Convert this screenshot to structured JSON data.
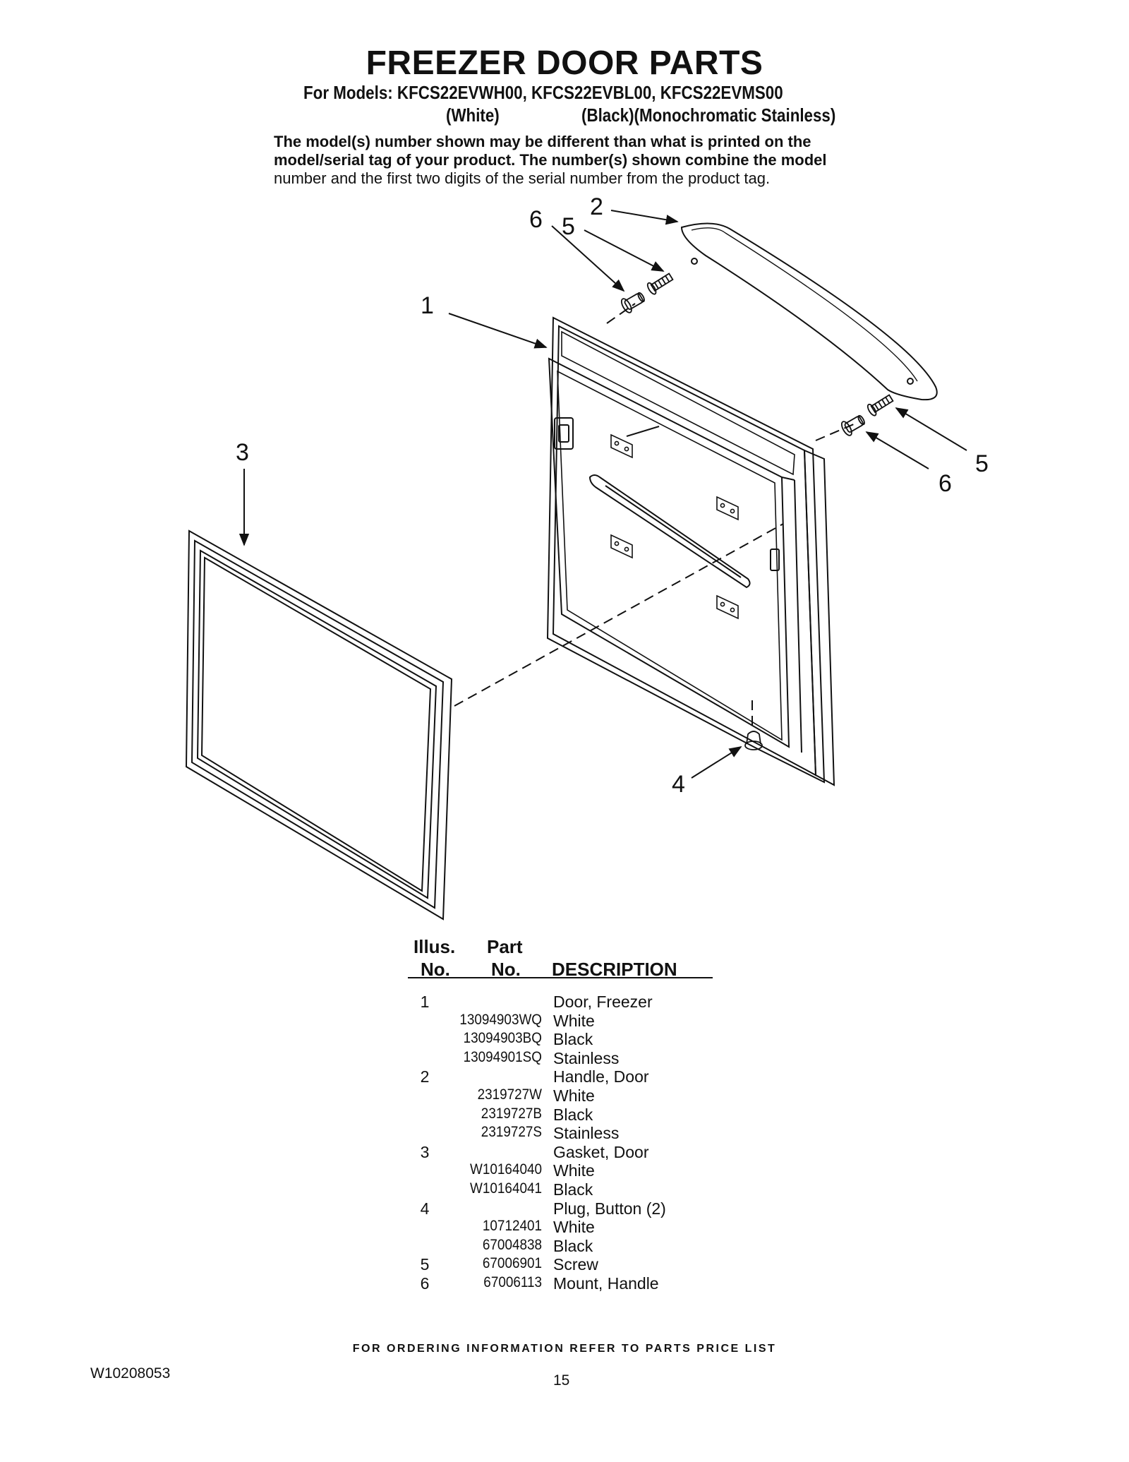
{
  "title": "FREEZER DOOR PARTS",
  "models_line": "For Models: KFCS22EVWH00, KFCS22EVBL00, KFCS22EVMS00",
  "colors": {
    "white": "(White)",
    "black_stainless": "(Black)(Monochromatic Stainless)"
  },
  "notice": {
    "line1": "The model(s) number shown may be different than what is printed on the",
    "line2": "model/serial tag of your product. The number(s) shown combine the model",
    "line3": "number and the first two digits of the serial number from the product tag."
  },
  "callouts": [
    "1",
    "2",
    "3",
    "4",
    "5",
    "5",
    "6",
    "6"
  ],
  "table": {
    "headers": {
      "illus_top": "Illus.",
      "illus_bottom": "No.",
      "part_top": "Part",
      "part_bottom": "No.",
      "description": "DESCRIPTION"
    },
    "rows": [
      {
        "illus": "1",
        "part": "",
        "desc": "Door, Freezer"
      },
      {
        "illus": "",
        "part": "13094903WQ",
        "desc": "White"
      },
      {
        "illus": "",
        "part": "13094903BQ",
        "desc": "Black"
      },
      {
        "illus": "",
        "part": "13094901SQ",
        "desc": "Stainless"
      },
      {
        "illus": "2",
        "part": "",
        "desc": "Handle, Door"
      },
      {
        "illus": "",
        "part": "2319727W",
        "desc": "White"
      },
      {
        "illus": "",
        "part": "2319727B",
        "desc": "Black"
      },
      {
        "illus": "",
        "part": "2319727S",
        "desc": "Stainless"
      },
      {
        "illus": "3",
        "part": "",
        "desc": "Gasket, Door"
      },
      {
        "illus": "",
        "part": "W10164040",
        "desc": "White"
      },
      {
        "illus": "",
        "part": "W10164041",
        "desc": "Black"
      },
      {
        "illus": "4",
        "part": "",
        "desc": "Plug, Button (2)"
      },
      {
        "illus": "",
        "part": "10712401",
        "desc": "White"
      },
      {
        "illus": "",
        "part": "67004838",
        "desc": "Black"
      },
      {
        "illus": "5",
        "part": "67006901",
        "desc": "Screw"
      },
      {
        "illus": "6",
        "part": "67006113",
        "desc": "Mount, Handle"
      }
    ]
  },
  "footer_text": "FOR ORDERING INFORMATION REFER TO PARTS PRICE LIST",
  "doc_number": "W10208053",
  "page_number": "15"
}
